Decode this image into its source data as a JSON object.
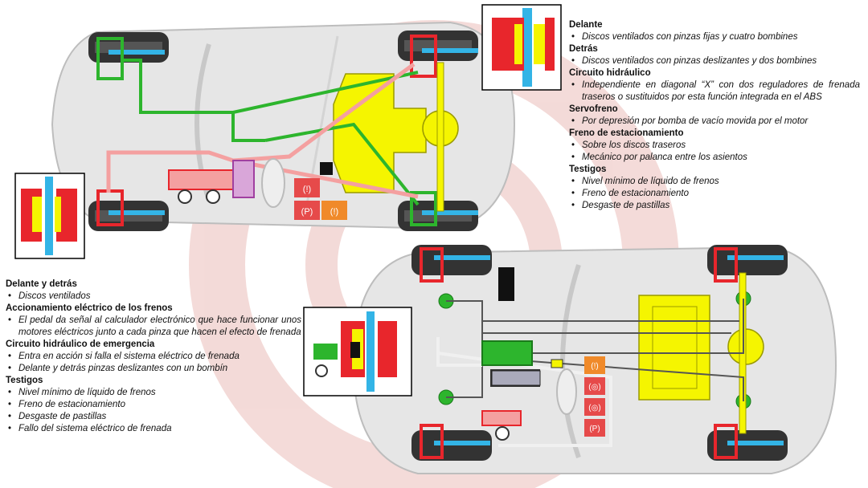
{
  "top_section": {
    "groups": [
      {
        "heading": "Delante",
        "bullets": [
          "Discos ventilados con pinzas fijas y cuatro bombines"
        ]
      },
      {
        "heading": "Detrás",
        "bullets": [
          "Discos ventilados con pinzas deslizantes y dos bombines"
        ]
      },
      {
        "heading": "Circuito hidráulico",
        "bullets": [
          "Independiente en diagonal “X” con dos reguladores de frenada traseros o sustituidos por esta función integrada en el ABS"
        ]
      },
      {
        "heading": "Servofreno",
        "bullets": [
          "Por depresión por bomba de vacío movida por el motor"
        ]
      },
      {
        "heading": "Freno de estacionamiento",
        "bullets": [
          "Sobre los discos traseros",
          "Mecánico por palanca entre los asientos"
        ]
      },
      {
        "heading": "Testigos",
        "bullets": [
          "Nivel mínimo de líquido de frenos",
          "Freno de estacionamiento",
          "Desgaste de pastillas"
        ]
      }
    ]
  },
  "left_section": {
    "groups": [
      {
        "heading": "Delante y detrás",
        "bullets": [
          "Discos ventilados"
        ]
      },
      {
        "heading": "Accionamiento  eléctrico de los frenos",
        "bullets": [
          "El pedal da señal al calculador electrónico que hace funcionar unos motores eléctricos junto a cada pinza que hacen el efecto de frenada"
        ]
      },
      {
        "heading": "Circuito hidráulico de emergencia",
        "bullets": [
          "Entra en acción si falla el sistema eléctrico de frenada",
          "Delante y detrás pinzas deslizantes con un bombín"
        ]
      },
      {
        "heading": "Testigos",
        "bullets": [
          "Nivel mínimo de líquido de frenos",
          "Freno de estacionamiento",
          "Desgaste de pastillas",
          "Fallo del sistema eléctrico de frenada"
        ]
      }
    ]
  },
  "warning_lights": {
    "top": [
      "(!)",
      "(P)",
      "(!)"
    ],
    "bottom": [
      "(!)",
      "(◎)",
      "(◎)",
      "(P)"
    ]
  },
  "colors": {
    "caliper_red": "#e8262c",
    "disc_blue": "#33b4e6",
    "engine_yellow": "#f5f500",
    "pipe_green": "#2db52d",
    "pipe_pink": "#f4a0a0",
    "warning_orange": "#f08a2a",
    "warning_red": "#e64a4a"
  }
}
